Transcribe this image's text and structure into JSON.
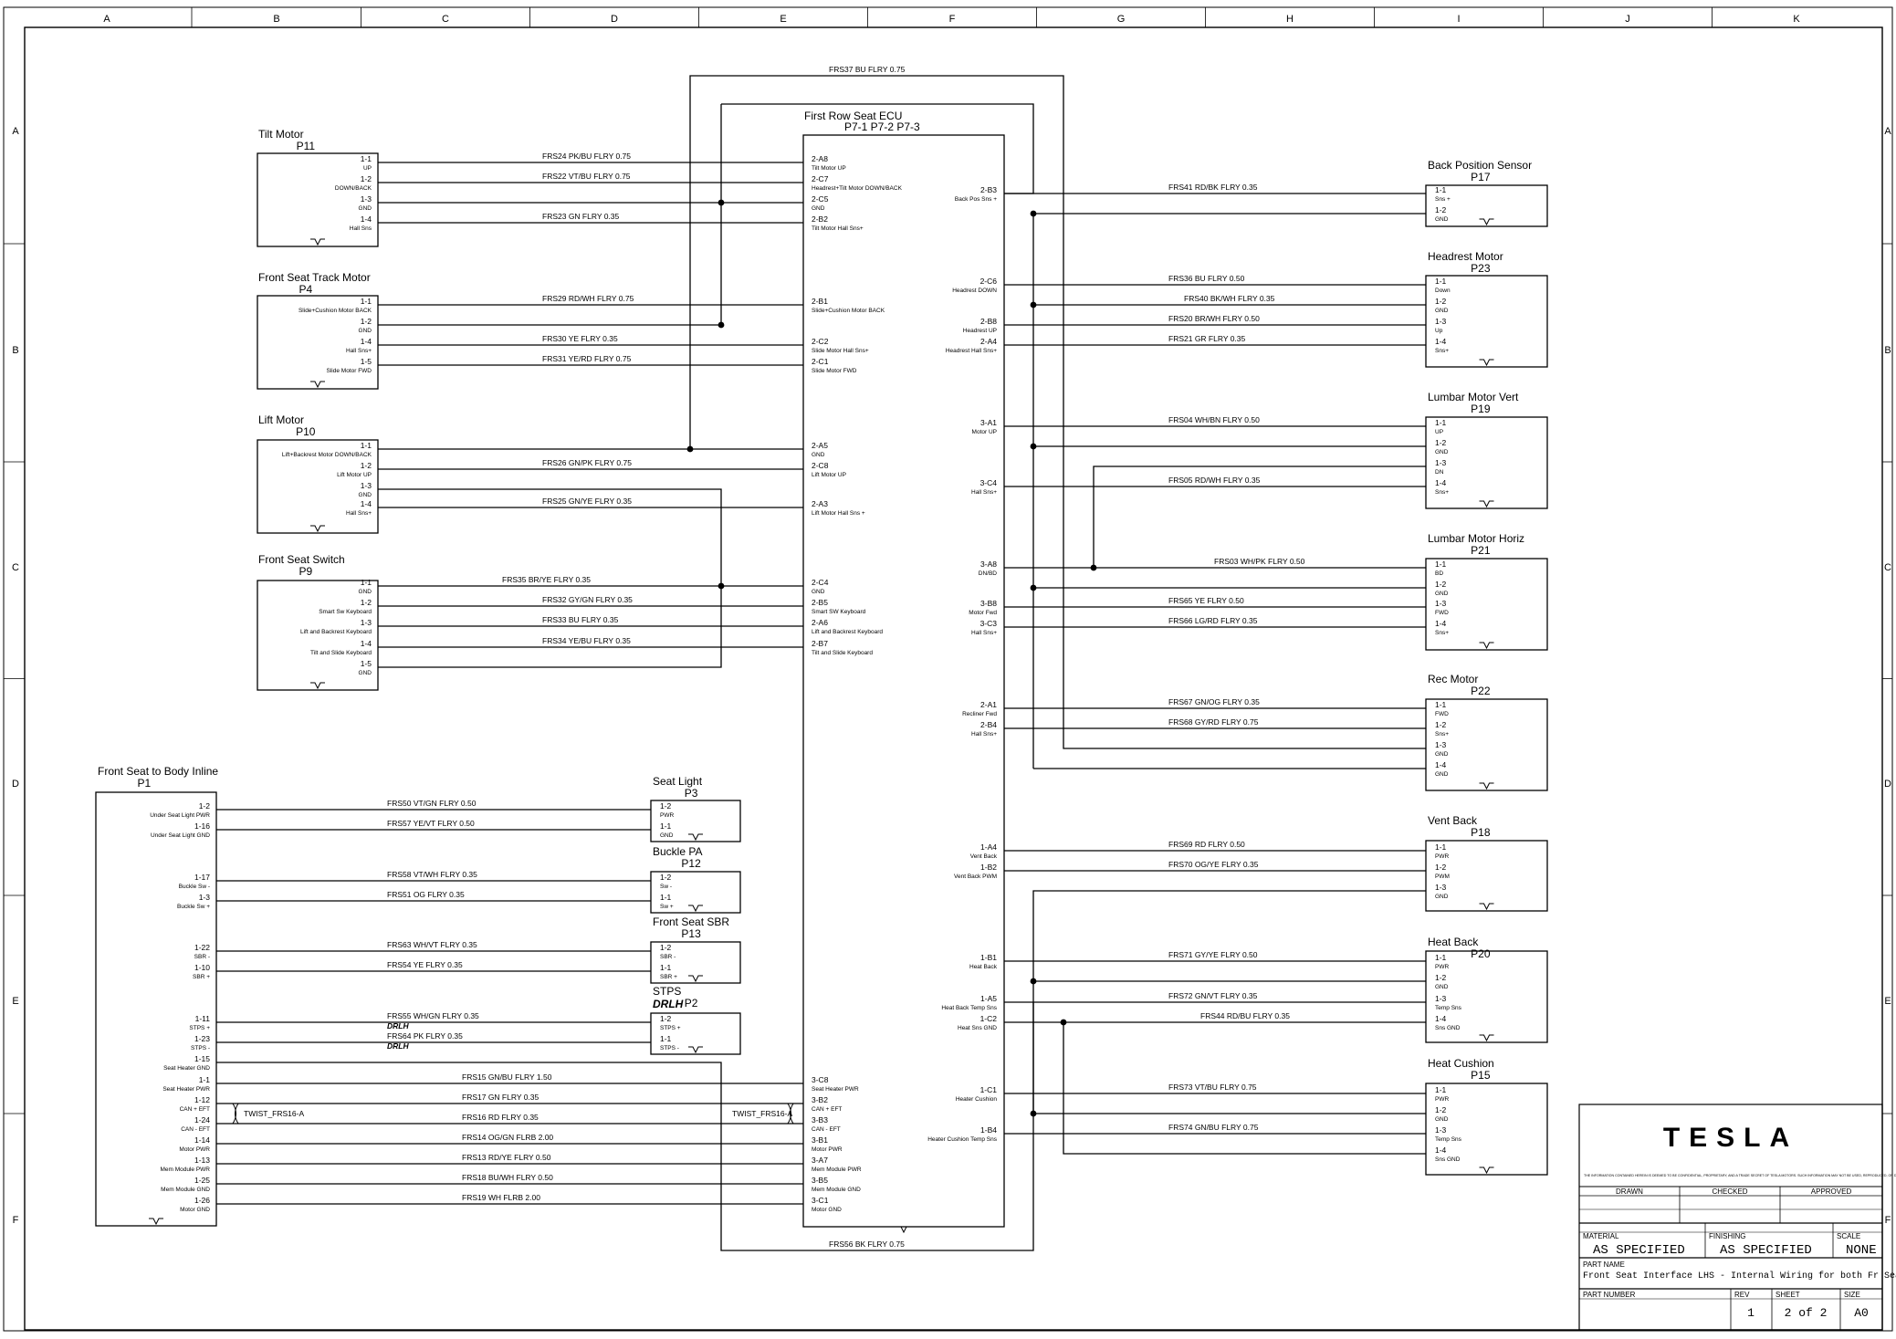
{
  "border": {
    "columns": [
      "A",
      "B",
      "C",
      "D",
      "E",
      "F",
      "G",
      "H",
      "I",
      "J",
      "K"
    ],
    "rows": [
      "A",
      "B",
      "C",
      "D",
      "E",
      "F"
    ]
  },
  "ecu": {
    "title": "First Row Seat ECU",
    "subtitle": "P7-1   P7-2   P7-3",
    "left_pins": [
      {
        "pin": "2-A8",
        "name": "Tilt Motor UP"
      },
      {
        "pin": "2-C7",
        "name": "Headrest+Tilt Motor DOWN/BACK"
      },
      {
        "pin": "2-C5",
        "name": "GND"
      },
      {
        "pin": "2-B2",
        "name": "Tilt Motor Hall Sns+"
      },
      {
        "pin": "2-B1",
        "name": "Slide+Cushion Motor BACK"
      },
      {
        "pin": "2-C2",
        "name": "Slide Motor Hall Sns+"
      },
      {
        "pin": "2-C1",
        "name": "Slide Motor FWD"
      },
      {
        "pin": "2-A5",
        "name": "GND"
      },
      {
        "pin": "2-C8",
        "name": "Lift Motor UP"
      },
      {
        "pin": "2-A3",
        "name": "Lift Motor Hall Sns +"
      },
      {
        "pin": "2-C4",
        "name": "GND"
      },
      {
        "pin": "2-B5",
        "name": "Smart SW Keyboard"
      },
      {
        "pin": "2-A6",
        "name": "Lift and Backrest Keyboard"
      },
      {
        "pin": "2-B7",
        "name": "Tilt and Slide Keyboard"
      },
      {
        "pin": "3-C8",
        "name": "Seat Heater PWR"
      },
      {
        "pin": "3-B2",
        "name": "CAN + EFT"
      },
      {
        "pin": "3-B3",
        "name": "CAN - EFT"
      },
      {
        "pin": "3-B1",
        "name": "Motor PWR"
      },
      {
        "pin": "3-A7",
        "name": "Mem Module PWR"
      },
      {
        "pin": "3-B5",
        "name": "Mem Module GND"
      },
      {
        "pin": "3-C1",
        "name": "Motor GND"
      }
    ],
    "right_pins": [
      {
        "pin": "2-B3",
        "name": "Back Pos Sns +"
      },
      {
        "pin": "2-C6",
        "name": "Headrest DOWN"
      },
      {
        "pin": "2-B8",
        "name": "Headrest UP"
      },
      {
        "pin": "2-A4",
        "name": "Headrest Hall Sns+"
      },
      {
        "pin": "3-A1",
        "name": "Motor UP"
      },
      {
        "pin": "3-C4",
        "name": "Hall Sns+"
      },
      {
        "pin": "3-A8",
        "name": "DN/BD"
      },
      {
        "pin": "3-B8",
        "name": "Motor Fwd"
      },
      {
        "pin": "3-C3",
        "name": "Hall Sns+"
      },
      {
        "pin": "2-A1",
        "name": "Recliner Fwd"
      },
      {
        "pin": "2-B4",
        "name": "Hall Sns+"
      },
      {
        "pin": "1-A4",
        "name": "Vent Back"
      },
      {
        "pin": "1-B2",
        "name": "Vent Back PWM"
      },
      {
        "pin": "1-B1",
        "name": "Heat Back"
      },
      {
        "pin": "1-A5",
        "name": "Heat Back Temp Sns"
      },
      {
        "pin": "1-C2",
        "name": "Heat Sns GND"
      },
      {
        "pin": "1-C1",
        "name": "Heater Cushion"
      },
      {
        "pin": "1-B4",
        "name": "Heater Cushion Temp Sns"
      }
    ]
  },
  "connectors": [
    {
      "title": "Tilt Motor",
      "id": "P11",
      "pins": [
        {
          "pin": "1-1",
          "name": "UP"
        },
        {
          "pin": "1-2",
          "name": "DOWN/BACK"
        },
        {
          "pin": "1-3",
          "name": "GND"
        },
        {
          "pin": "1-4",
          "name": "Hall Sns"
        }
      ]
    },
    {
      "title": "Front Seat Track Motor",
      "id": "P4",
      "pins": [
        {
          "pin": "1-1",
          "name": "Slide+Cushion Motor BACK"
        },
        {
          "pin": "1-2",
          "name": "GND"
        },
        {
          "pin": "1-4",
          "name": "Hall Sns+"
        },
        {
          "pin": "1-5",
          "name": "Slide Motor FWD"
        }
      ]
    },
    {
      "title": "Lift Motor",
      "id": "P10",
      "pins": [
        {
          "pin": "1-1",
          "name": "Lift+Backrest Motor DOWN/BACK"
        },
        {
          "pin": "1-2",
          "name": "Lift Motor UP"
        },
        {
          "pin": "1-3",
          "name": "GND"
        },
        {
          "pin": "1-4",
          "name": "Hall Sns+"
        }
      ]
    },
    {
      "title": "Front Seat Switch",
      "id": "P9",
      "pins": [
        {
          "pin": "1-1",
          "name": "GND"
        },
        {
          "pin": "1-2",
          "name": "Smart Sw Keyboard"
        },
        {
          "pin": "1-3",
          "name": "Lift and Backrest Keyboard"
        },
        {
          "pin": "1-4",
          "name": "Tilt and Slide Keyboard"
        },
        {
          "pin": "1-5",
          "name": "GND"
        }
      ]
    },
    {
      "title": "Front Seat to Body Inline",
      "id": "P1",
      "pins": [
        {
          "pin": "1-2",
          "name": "Under Seat Light PWR"
        },
        {
          "pin": "1-16",
          "name": "Under Seat Light GND"
        },
        {
          "pin": "1-17",
          "name": "Buckle Sw -"
        },
        {
          "pin": "1-3",
          "name": "Buckle Sw +"
        },
        {
          "pin": "1-22",
          "name": "SBR -"
        },
        {
          "pin": "1-10",
          "name": "SBR +"
        },
        {
          "pin": "1-11",
          "name": "STPS +"
        },
        {
          "pin": "1-23",
          "name": "STPS -"
        },
        {
          "pin": "1-15",
          "name": "Seat Heater GND"
        },
        {
          "pin": "1-1",
          "name": "Seat Heater PWR"
        },
        {
          "pin": "1-12",
          "name": "CAN + EFT"
        },
        {
          "pin": "1-24",
          "name": "CAN - EFT"
        },
        {
          "pin": "1-14",
          "name": "Motor PWR"
        },
        {
          "pin": "1-13",
          "name": "Mem Module PWR"
        },
        {
          "pin": "1-25",
          "name": "Mem Module GND"
        },
        {
          "pin": "1-26",
          "name": "Motor GND"
        }
      ]
    },
    {
      "title": "Seat Light",
      "id": "P3",
      "pins": [
        {
          "pin": "1-2",
          "name": "PWR"
        },
        {
          "pin": "1-1",
          "name": "GND"
        }
      ]
    },
    {
      "title": "Buckle PA",
      "id": "P12",
      "pins": [
        {
          "pin": "1-2",
          "name": "Sw -"
        },
        {
          "pin": "1-1",
          "name": "Sw +"
        }
      ]
    },
    {
      "title": "Front Seat SBR",
      "id": "P13",
      "pins": [
        {
          "pin": "1-2",
          "name": "SBR -"
        },
        {
          "pin": "1-1",
          "name": "SBR +"
        }
      ]
    },
    {
      "title": "STPS",
      "subtitle": "DRLH",
      "id": "P2",
      "pins": [
        {
          "pin": "1-2",
          "name": "STPS +"
        },
        {
          "pin": "1-1",
          "name": "STPS -"
        }
      ]
    },
    {
      "title": "Back Position Sensor",
      "id": "P17",
      "pins": [
        {
          "pin": "1-1",
          "name": "Sns +"
        },
        {
          "pin": "1-2",
          "name": "GND"
        }
      ]
    },
    {
      "title": "Headrest Motor",
      "id": "P23",
      "pins": [
        {
          "pin": "1-1",
          "name": "Down"
        },
        {
          "pin": "1-2",
          "name": "GND"
        },
        {
          "pin": "1-3",
          "name": "Up"
        },
        {
          "pin": "1-4",
          "name": "Sns+"
        }
      ]
    },
    {
      "title": "Lumbar Motor Vert",
      "id": "P19",
      "pins": [
        {
          "pin": "1-1",
          "name": "UP"
        },
        {
          "pin": "1-2",
          "name": "GND"
        },
        {
          "pin": "1-3",
          "name": "DN"
        },
        {
          "pin": "1-4",
          "name": "Sns+"
        }
      ]
    },
    {
      "title": "Lumbar Motor Horiz",
      "id": "P21",
      "pins": [
        {
          "pin": "1-1",
          "name": "BD"
        },
        {
          "pin": "1-2",
          "name": "GND"
        },
        {
          "pin": "1-3",
          "name": "FWD"
        },
        {
          "pin": "1-4",
          "name": "Sns+"
        }
      ]
    },
    {
      "title": "Rec Motor",
      "id": "P22",
      "pins": [
        {
          "pin": "1-1",
          "name": "FWD"
        },
        {
          "pin": "1-2",
          "name": "Sns+"
        },
        {
          "pin": "1-3",
          "name": "GND"
        },
        {
          "pin": "1-4",
          "name": "GND"
        }
      ]
    },
    {
      "title": "Vent Back",
      "id": "P18",
      "pins": [
        {
          "pin": "1-1",
          "name": "PWR"
        },
        {
          "pin": "1-2",
          "name": "PWM"
        },
        {
          "pin": "1-3",
          "name": "GND"
        }
      ]
    },
    {
      "title": "Heat Back",
      "id": "P20",
      "pins": [
        {
          "pin": "1-1",
          "name": "PWR"
        },
        {
          "pin": "1-2",
          "name": "GND"
        },
        {
          "pin": "1-3",
          "name": "Temp Sns"
        },
        {
          "pin": "1-4",
          "name": "Sns GND"
        }
      ]
    },
    {
      "title": "Heat Cushion",
      "id": "P15",
      "pins": [
        {
          "pin": "1-1",
          "name": "PWR"
        },
        {
          "pin": "1-2",
          "name": "GND"
        },
        {
          "pin": "1-3",
          "name": "Temp Sns"
        },
        {
          "pin": "1-4",
          "name": "Sns GND"
        }
      ]
    }
  ],
  "wires": [
    {
      "id": "FRS37",
      "color": "BU",
      "type": "FLRY",
      "gauge": "0.75"
    },
    {
      "id": "FRS24",
      "color": "PK/BU",
      "type": "FLRY",
      "gauge": "0.75"
    },
    {
      "id": "FRS22",
      "color": "VT/BU",
      "type": "FLRY",
      "gauge": "0.75"
    },
    {
      "id": "FRS23",
      "color": "GN",
      "type": "FLRY",
      "gauge": "0.35"
    },
    {
      "id": "FRS29",
      "color": "RD/WH",
      "type": "FLRY",
      "gauge": "0.75"
    },
    {
      "id": "FRS30",
      "color": "YE",
      "type": "FLRY",
      "gauge": "0.35"
    },
    {
      "id": "FRS31",
      "color": "YE/RD",
      "type": "FLRY",
      "gauge": "0.75"
    },
    {
      "id": "FRS26",
      "color": "GN/PK",
      "type": "FLRY",
      "gauge": "0.75"
    },
    {
      "id": "FRS25",
      "color": "GN/YE",
      "type": "FLRY",
      "gauge": "0.35"
    },
    {
      "id": "FRS35",
      "color": "BR/YE",
      "type": "FLRY",
      "gauge": "0.35"
    },
    {
      "id": "FRS32",
      "color": "GY/GN",
      "type": "FLRY",
      "gauge": "0.35"
    },
    {
      "id": "FRS33",
      "color": "BU",
      "type": "FLRY",
      "gauge": "0.35"
    },
    {
      "id": "FRS34",
      "color": "YE/BU",
      "type": "FLRY",
      "gauge": "0.35"
    },
    {
      "id": "FRS50",
      "color": "VT/GN",
      "type": "FLRY",
      "gauge": "0.50"
    },
    {
      "id": "FRS57",
      "color": "YE/VT",
      "type": "FLRY",
      "gauge": "0.50"
    },
    {
      "id": "FRS58",
      "color": "VT/WH",
      "type": "FLRY",
      "gauge": "0.35"
    },
    {
      "id": "FRS51",
      "color": "OG",
      "type": "FLRY",
      "gauge": "0.35"
    },
    {
      "id": "FRS63",
      "color": "WH/VT",
      "type": "FLRY",
      "gauge": "0.35"
    },
    {
      "id": "FRS54",
      "color": "YE",
      "type": "FLRY",
      "gauge": "0.35"
    },
    {
      "id": "FRS55",
      "color": "WH/GN",
      "type": "FLRY",
      "gauge": "0.35"
    },
    {
      "id": "FRS64",
      "color": "PK",
      "type": "FLRY",
      "gauge": "0.35"
    },
    {
      "id": "FRS15",
      "color": "GN/BU",
      "type": "FLRY",
      "gauge": "1.50"
    },
    {
      "id": "FRS17",
      "color": "GN",
      "type": "FLRY",
      "gauge": "0.35"
    },
    {
      "id": "FRS16",
      "color": "RD",
      "type": "FLRY",
      "gauge": "0.35"
    },
    {
      "id": "FRS14",
      "color": "OG/GN",
      "type": "FLRB",
      "gauge": "2.00"
    },
    {
      "id": "FRS13",
      "color": "RD/YE",
      "type": "FLRY",
      "gauge": "0.50"
    },
    {
      "id": "FRS18",
      "color": "BU/WH",
      "type": "FLRY",
      "gauge": "0.50"
    },
    {
      "id": "FRS19",
      "color": "WH",
      "type": "FLRB",
      "gauge": "2.00"
    },
    {
      "id": "FRS56",
      "color": "BK",
      "type": "FLRY",
      "gauge": "0.75"
    },
    {
      "id": "FRS41",
      "color": "RD/BK",
      "type": "FLRY",
      "gauge": "0.35"
    },
    {
      "id": "FRS36",
      "color": "BU",
      "type": "FLRY",
      "gauge": "0.50"
    },
    {
      "id": "FRS40",
      "color": "BK/WH",
      "type": "FLRY",
      "gauge": "0.35"
    },
    {
      "id": "FRS20",
      "color": "BR/WH",
      "type": "FLRY",
      "gauge": "0.50"
    },
    {
      "id": "FRS21",
      "color": "GR",
      "type": "FLRY",
      "gauge": "0.35"
    },
    {
      "id": "FRS04",
      "color": "WH/BN",
      "type": "FLRY",
      "gauge": "0.50"
    },
    {
      "id": "FRS05",
      "color": "RD/WH",
      "type": "FLRY",
      "gauge": "0.35"
    },
    {
      "id": "FRS03",
      "color": "WH/PK",
      "type": "FLRY",
      "gauge": "0.50"
    },
    {
      "id": "FRS65",
      "color": "YE",
      "type": "FLRY",
      "gauge": "0.50"
    },
    {
      "id": "FRS66",
      "color": "LG/RD",
      "type": "FLRY",
      "gauge": "0.35"
    },
    {
      "id": "FRS67",
      "color": "GN/OG",
      "type": "FLRY",
      "gauge": "0.35"
    },
    {
      "id": "FRS68",
      "color": "GY/RD",
      "type": "FLRY",
      "gauge": "0.75"
    },
    {
      "id": "FRS69",
      "color": "RD",
      "type": "FLRY",
      "gauge": "0.50"
    },
    {
      "id": "FRS70",
      "color": "OG/YE",
      "type": "FLRY",
      "gauge": "0.35"
    },
    {
      "id": "FRS71",
      "color": "GY/YE",
      "type": "FLRY",
      "gauge": "0.50"
    },
    {
      "id": "FRS72",
      "color": "GN/VT",
      "type": "FLRY",
      "gauge": "0.35"
    },
    {
      "id": "FRS44",
      "color": "RD/BU",
      "type": "FLRY",
      "gauge": "0.35"
    },
    {
      "id": "FRS73",
      "color": "VT/BU",
      "type": "FLRY",
      "gauge": "0.75"
    },
    {
      "id": "FRS74",
      "color": "GN/BU",
      "type": "FLRY",
      "gauge": "0.75"
    }
  ],
  "twist": {
    "label": "TWIST_FRS16-A"
  },
  "title_block": {
    "logo": "TESLA",
    "notice": "THE INFORMATION CONTAINED HEREIN IS DEEMED TO BE CONFIDENTIAL, PROPRIETARY, AND A TRADE SECRET OF TESLA MOTORS. SUCH INFORMATION MAY NOT BE USED, REPRODUCED, OR DISCLOSED AS THE CONCEPT OF DRAWINGS BASIS FOR THE DEVELOPMENT, MANUFACTURE OR SALE OF PROCESSES OR PRODUCTS WITHOUT THE EXPRESS WRITTEN CONSENT OF TESLA MOTORS.",
    "drawn_label": "DRAWN",
    "checked_label": "CHECKED",
    "approved_label": "APPROVED",
    "material_label": "MATERIAL",
    "material_value": "AS SPECIFIED",
    "finishing_label": "FINISHING",
    "finishing_value": "AS SPECIFIED",
    "scale_label": "SCALE",
    "scale_value": "NONE",
    "part_name_label": "PART NAME",
    "part_name_value": "Front Seat Interface LHS - Internal Wiring for both Fr Seats",
    "part_number_label": "PART NUMBER",
    "rev_label": "REV",
    "rev_value": "1",
    "sheet_label": "SHEET",
    "sheet_value": "2 of 2",
    "size_label": "SIZE",
    "size_value": "A0"
  }
}
